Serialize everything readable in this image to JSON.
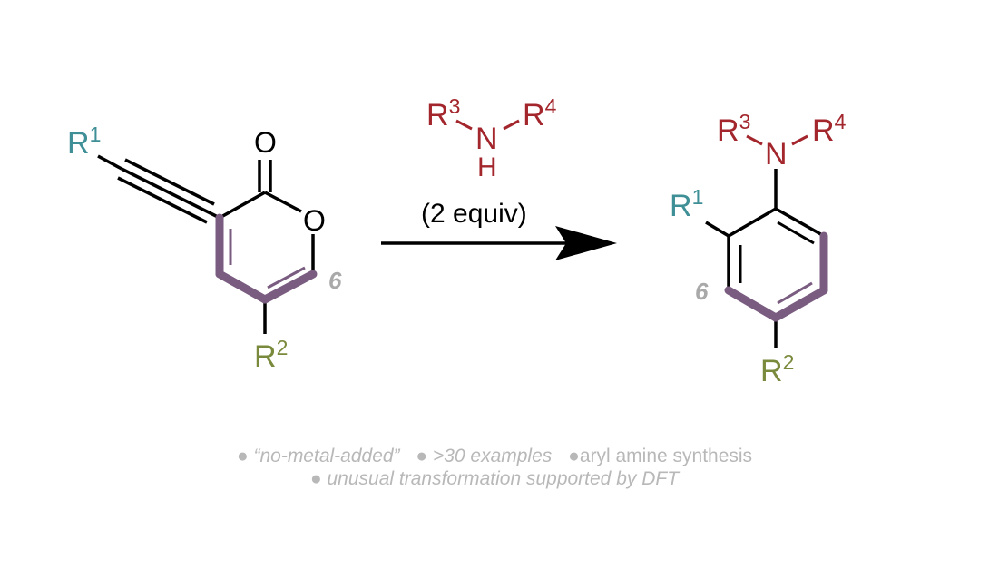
{
  "colors": {
    "bond": "#000000",
    "r1": "#3f8f96",
    "r2": "#7a8a3c",
    "amine": "#a3262c",
    "highlight": "#7a5c80",
    "position_label": "#a9a9a9",
    "notes": "#b8b8b8"
  },
  "reactant": {
    "r1": "R",
    "r1_sup": "1",
    "r2": "R",
    "r2_sup": "2",
    "carbonyl_o": "O",
    "ring_o": "O",
    "position": "6"
  },
  "reagent": {
    "r3": "R",
    "r3_sup": "3",
    "r4": "R",
    "r4_sup": "4",
    "n": "N",
    "h": "H",
    "equiv": "(2 equiv)"
  },
  "product": {
    "r1": "R",
    "r1_sup": "1",
    "r2": "R",
    "r2_sup": "2",
    "r3": "R",
    "r3_sup": "3",
    "r4": "R",
    "r4_sup": "4",
    "n": "N",
    "position": "6"
  },
  "notes": {
    "bullet": "●",
    "line1": [
      "“no-metal-added”",
      ">30 examples",
      "aryl amine synthesis"
    ],
    "line2": [
      "unusual transformation supported by DFT"
    ]
  }
}
